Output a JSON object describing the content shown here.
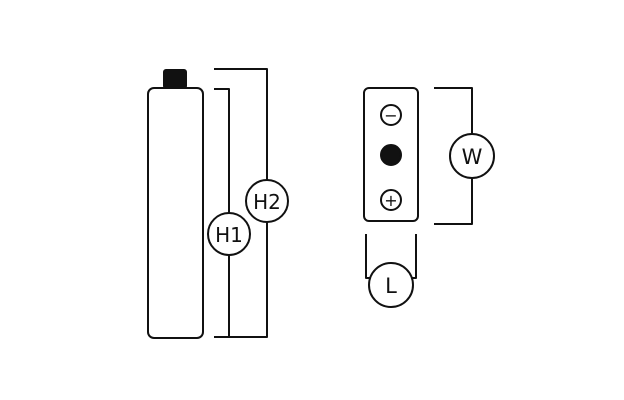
{
  "diagram": {
    "colors": {
      "stroke": "#111111",
      "fill": "#ffffff",
      "background": "#ffffff"
    },
    "battery": {
      "labels": {
        "h1": "H1",
        "h2": "H2"
      }
    },
    "cell": {
      "labels": {
        "w": "W",
        "l": "L"
      },
      "terminals": {
        "negative": "−",
        "positive": "+"
      }
    }
  }
}
